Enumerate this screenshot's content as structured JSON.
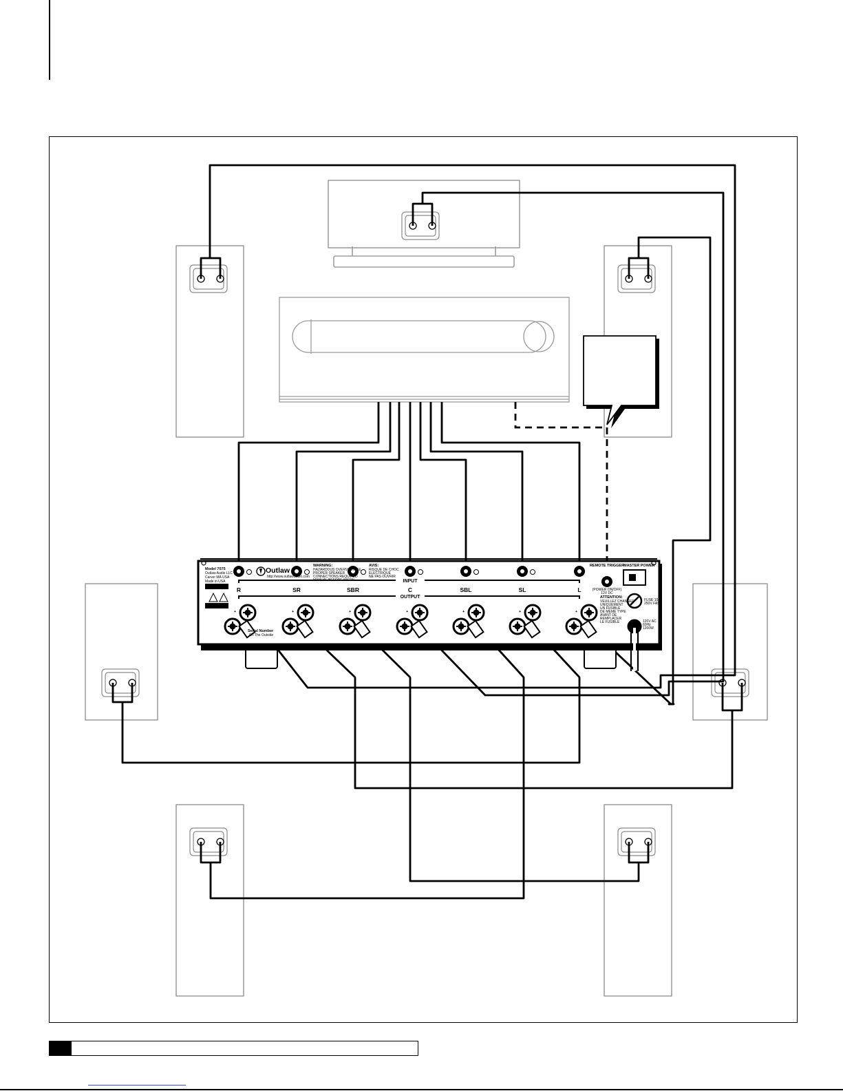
{
  "amplifier": {
    "brand": "Outlaw",
    "brand_url": "http://www.outlawaudio.com",
    "section_input": "INPUT",
    "section_output": "OUTPUT",
    "channels": [
      "R",
      "SR",
      "SBR",
      "C",
      "SBL",
      "SL",
      "L"
    ],
    "model_lines": [
      "Model 7075",
      "Outlaw Audio LLC",
      "Carver MA USA",
      "Made in USA"
    ],
    "warning_en_title": "WARNING:",
    "warning_en_lines": [
      "HAZARDOUS OVERVOLTAGE",
      "PROPER SPEAKER",
      "CONNECTIONS REQUIRED",
      "MANUAL BEFORE INSTAL"
    ],
    "warning_fr_title": "AVIS:",
    "warning_fr_lines": [
      "RISQUE DE CHOC",
      "ELECTRIQUE",
      "NE PAS OUVRIR"
    ],
    "remote_trigger_label": "REMOTE TRIGGER",
    "remote_trigger_sub": "(POWER ON/OFF)",
    "remote_trigger_volt": "12V DC",
    "master_power_label": "MASTER POWER",
    "fuse_lines": [
      "FUSE 10A",
      "250V FAST"
    ],
    "attention_title": "ATTENTION:",
    "attention_lines": [
      "VEUILLEZ CHANGER",
      "UNIQUEMENT",
      "UN FUSIBLE",
      "DE MEME TYPE",
      "AVANT DE",
      "REMPLACER",
      "LE FUSIBLE"
    ],
    "ac_lines": [
      "120V AC",
      "60Hz",
      "1200W"
    ],
    "serial_label": "Serial Number",
    "serial_sub": "On The Outside"
  },
  "colors": {
    "line": "#000000",
    "component_outline": "#8a8a8a",
    "receiver_outline": "#9a9a9a",
    "footer_link": "#2f4fd8"
  }
}
